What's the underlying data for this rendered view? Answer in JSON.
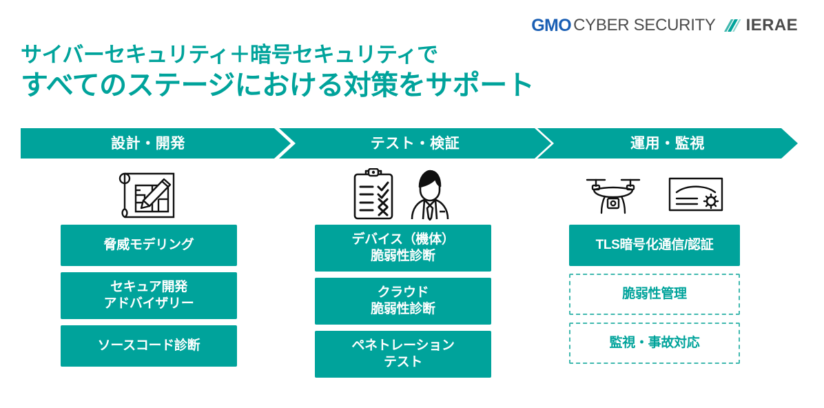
{
  "brand": {
    "gmo": "GMO",
    "cyber_security": "CYBER SECURITY",
    "ierae": "IERAE",
    "accent_color": "#00a39b",
    "gmo_blue": "#1a5fb4",
    "dark_gray": "#4b4b4b"
  },
  "title": {
    "line1": "サイバーセキュリティ＋暗号セキュリティで",
    "line2": "すべてのステージにおける対策をサポート"
  },
  "stages": [
    {
      "banner": "設計・開発",
      "icons": [
        "blueprint-pencil-icon"
      ],
      "items": [
        {
          "label": "脅威モデリング",
          "style": "filled",
          "lines": 1
        },
        {
          "label": "セキュア開発\nアドバイザリー",
          "style": "filled",
          "lines": 2
        },
        {
          "label": "ソースコード診断",
          "style": "filled",
          "lines": 1
        }
      ]
    },
    {
      "banner": "テスト・検証",
      "icons": [
        "clipboard-checklist-icon",
        "engineer-person-icon"
      ],
      "items": [
        {
          "label": "デバイス（機体）\n脆弱性診断",
          "style": "filled",
          "lines": 2
        },
        {
          "label": "クラウド\n脆弱性診断",
          "style": "filled",
          "lines": 2
        },
        {
          "label": "ペネトレーション\nテスト",
          "style": "filled",
          "lines": 2
        }
      ]
    },
    {
      "banner": "運用・監視",
      "icons": [
        "drone-icon",
        "monitoring-dashboard-icon"
      ],
      "items": [
        {
          "label": "TLS暗号化通信/認証",
          "style": "filled",
          "lines": 1
        },
        {
          "label": "脆弱性管理",
          "style": "dashed",
          "lines": 1
        },
        {
          "label": "監視・事故対応",
          "style": "dashed",
          "lines": 1
        }
      ]
    }
  ]
}
